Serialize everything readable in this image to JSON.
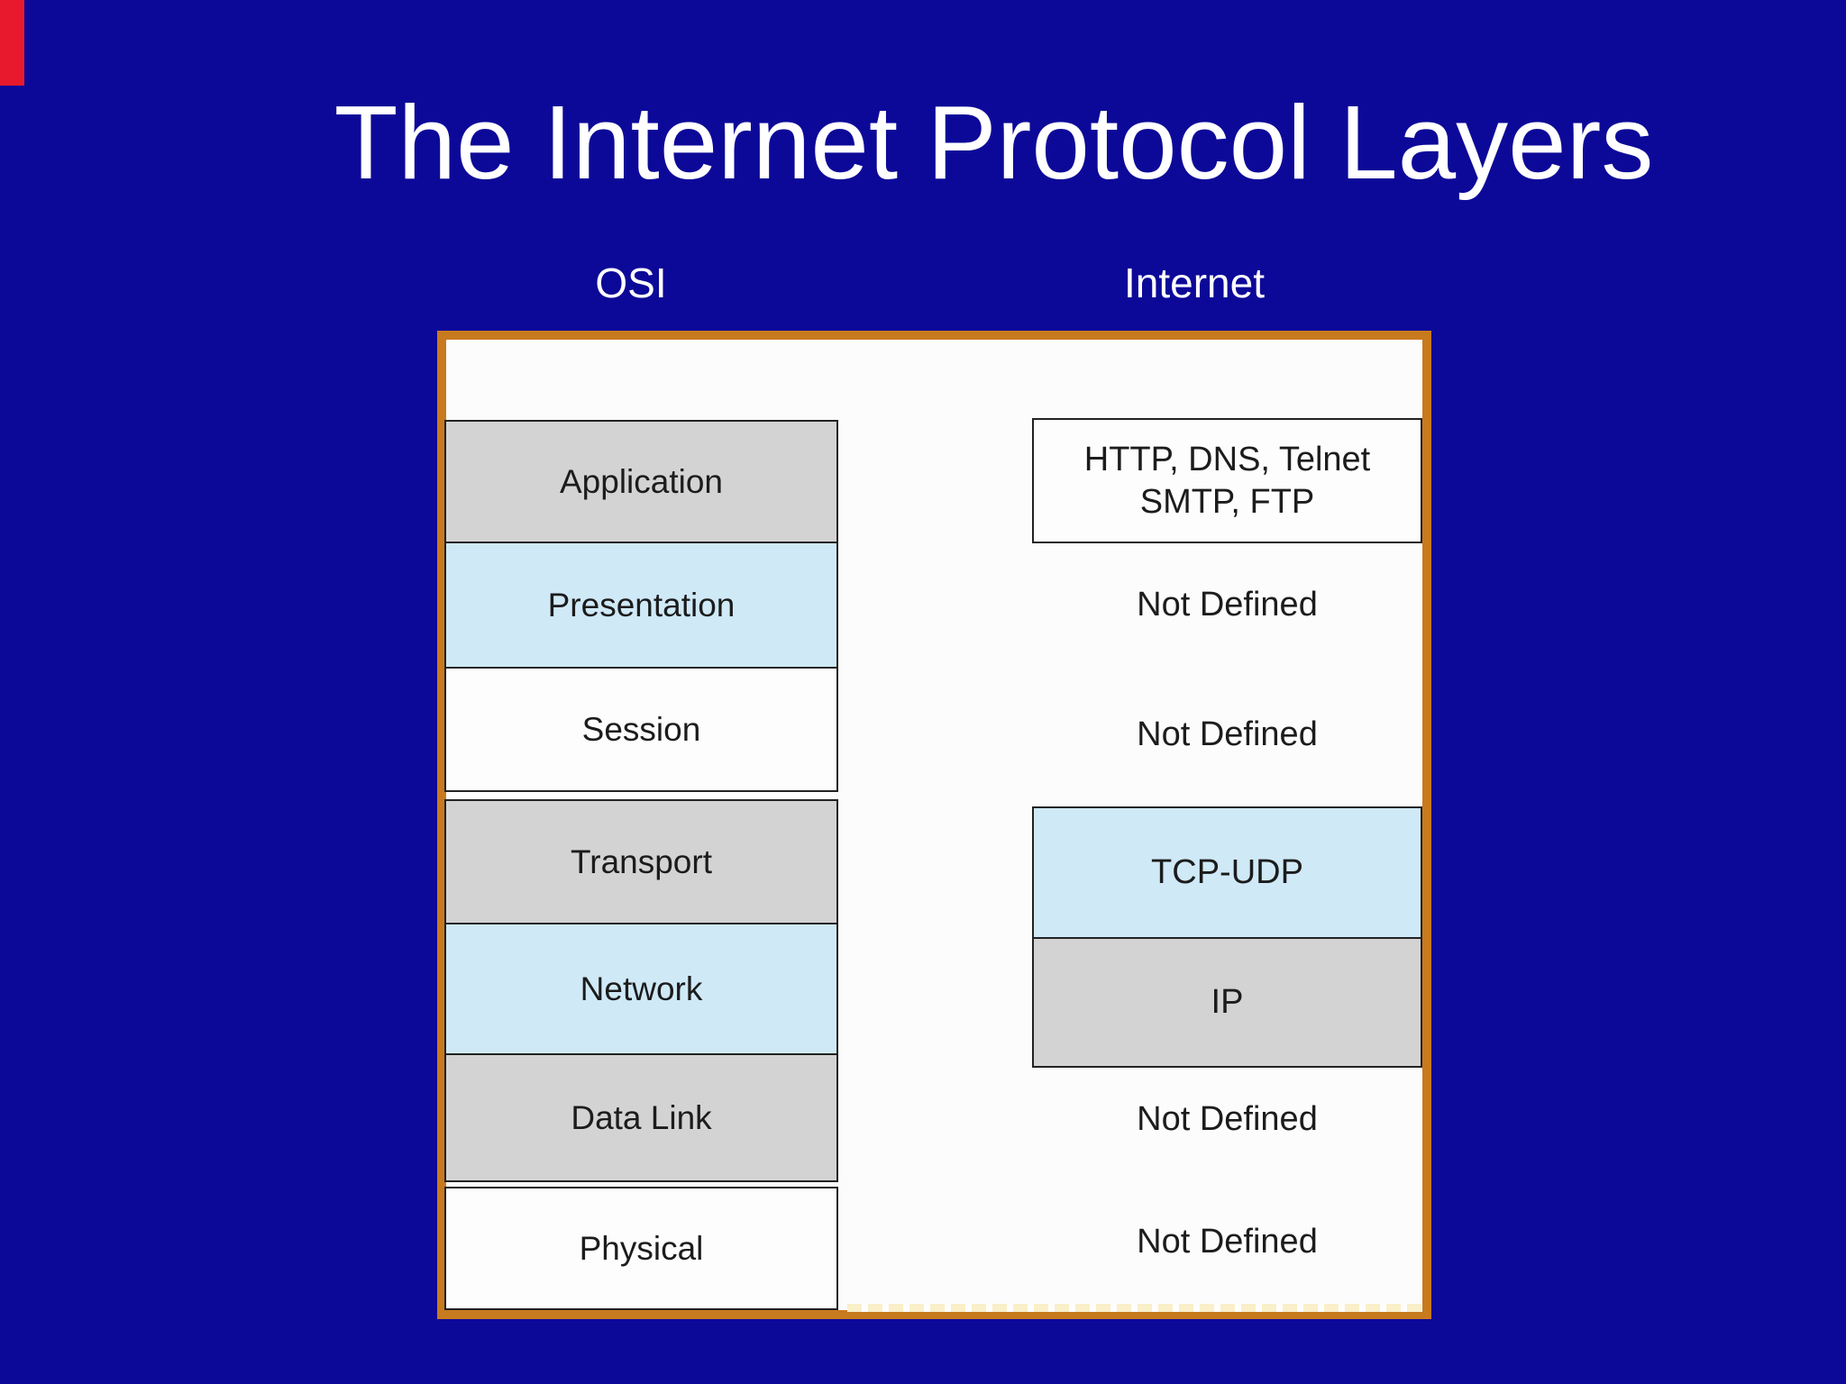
{
  "slide": {
    "title": "The Internet Protocol Layers",
    "column_headers": {
      "left": "OSI",
      "right": "Internet"
    },
    "diagram": {
      "osi_layers": [
        {
          "label": "Application",
          "fill": "gray"
        },
        {
          "label": "Presentation",
          "fill": "lightblue"
        },
        {
          "label": "Session",
          "fill": "white"
        },
        {
          "label": "Transport",
          "fill": "gray"
        },
        {
          "label": "Network",
          "fill": "lightblue"
        },
        {
          "label": "Data Link",
          "fill": "gray"
        },
        {
          "label": "Physical",
          "fill": "white"
        }
      ],
      "internet_column": [
        {
          "type": "box",
          "line1": "HTTP, DNS, Telnet",
          "line2": "SMTP, FTP",
          "fill": "white"
        },
        {
          "type": "text",
          "label": "Not Defined"
        },
        {
          "type": "text",
          "label": "Not Defined"
        },
        {
          "type": "box",
          "label": "TCP-UDP",
          "fill": "lightblue"
        },
        {
          "type": "box",
          "label": "IP",
          "fill": "gray"
        },
        {
          "type": "text",
          "label": "Not Defined"
        },
        {
          "type": "text",
          "label": "Not Defined"
        }
      ]
    },
    "colors": {
      "background_navy": "#0d0998",
      "panel_border_orange": "#c87a1e",
      "panel_fill_white": "#fcfcfc",
      "layer_gray": "#d3d3d3",
      "layer_lightblue": "#cfe9f7",
      "layer_white": "#fdfdfd",
      "box_border_dark": "#222222",
      "text_dark": "#1c1c1c",
      "text_white": "#ffffff",
      "corner_mark_red": "#e8192c"
    }
  }
}
